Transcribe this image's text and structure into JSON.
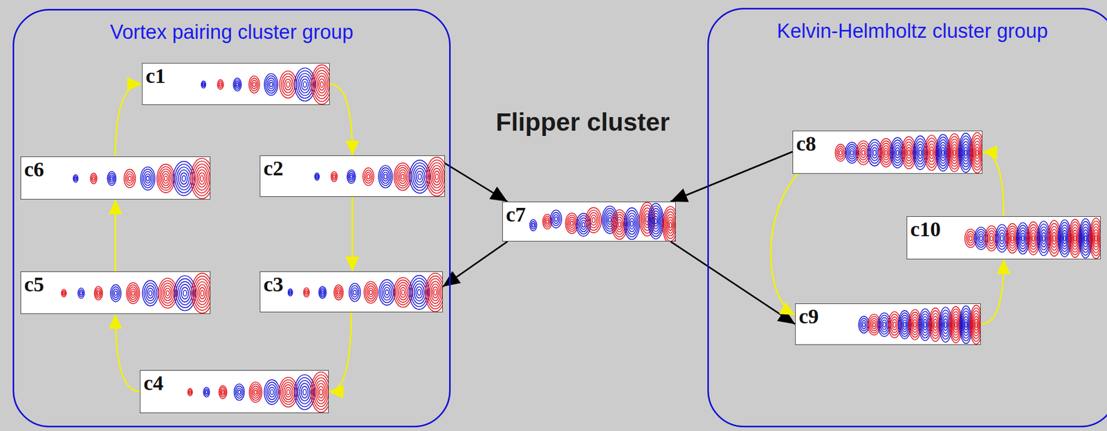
{
  "diagram": {
    "nodes": [
      {
        "text": [
          "Vortex pairing cluster group"
        ]
      },
      {
        "text": [
          "c1"
        ],
        "in": 0
      },
      {
        "text": [
          "c2"
        ],
        "in": 0
      },
      {
        "text": [
          "c3"
        ],
        "in": 0
      },
      {
        "text": [
          "c4"
        ],
        "in": 0
      },
      {
        "text": [
          "c5"
        ],
        "in": 0
      },
      {
        "text": [
          "c6"
        ],
        "in": 0
      },
      {
        "text": [
          "c7"
        ]
      },
      {
        "text": [
          "Kelvin-Helmholtz cluster group"
        ]
      },
      {
        "text": [
          "c8"
        ],
        "in": 8
      },
      {
        "text": [
          "c9"
        ],
        "in": 8
      },
      {
        "text": [
          "c10"
        ],
        "in": 8
      }
    ],
    "edges": [
      {
        "from": 1,
        "to": 2,
        "arrow": "to"
      },
      {
        "from": 2,
        "to": 3,
        "arrow": "to"
      },
      {
        "from": 3,
        "to": 4,
        "arrow": "to"
      },
      {
        "from": 4,
        "to": 5,
        "arrow": "to"
      },
      {
        "from": 5,
        "to": 6,
        "arrow": "to"
      },
      {
        "from": 6,
        "to": 1,
        "arrow": "to"
      },
      {
        "from": 2,
        "to": 7,
        "arrow": "to"
      },
      {
        "from": 9,
        "to": 7,
        "arrow": "to"
      },
      {
        "from": 7,
        "to": 3,
        "arrow": "to"
      },
      {
        "from": 7,
        "to": 10,
        "arrow": "to"
      },
      {
        "from": 9,
        "to": 10,
        "arrow": "to"
      },
      {
        "from": 10,
        "to": 11,
        "arrow": "to"
      },
      {
        "from": 11,
        "to": 9,
        "arrow": "to"
      }
    ],
    "labels": [
      "Flipper cluster"
    ]
  }
}
